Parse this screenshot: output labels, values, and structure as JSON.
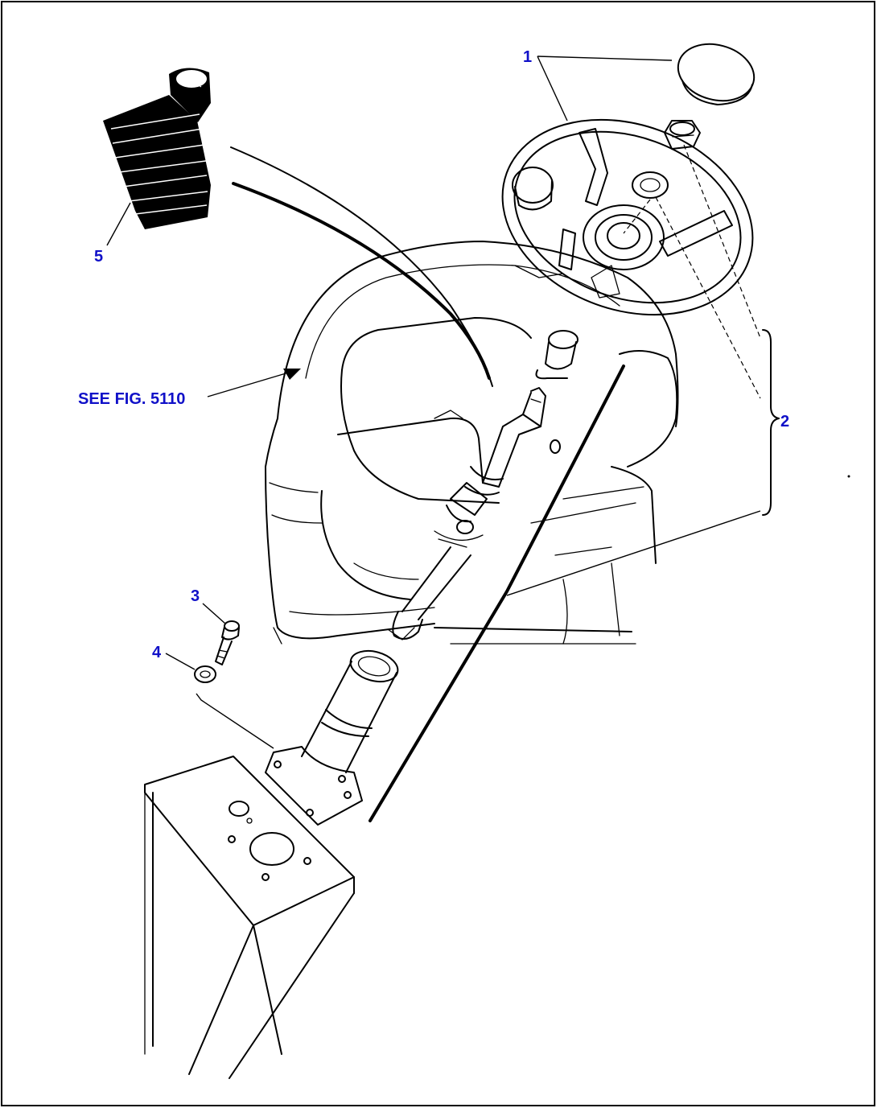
{
  "callouts": {
    "c1": "1",
    "c2": "2",
    "c3": "3",
    "c4": "4",
    "c5": "5",
    "see_fig": "SEE FIG. 5110"
  },
  "colors": {
    "callout": "#1010c8",
    "line": "#000000",
    "background": "#ffffff"
  }
}
